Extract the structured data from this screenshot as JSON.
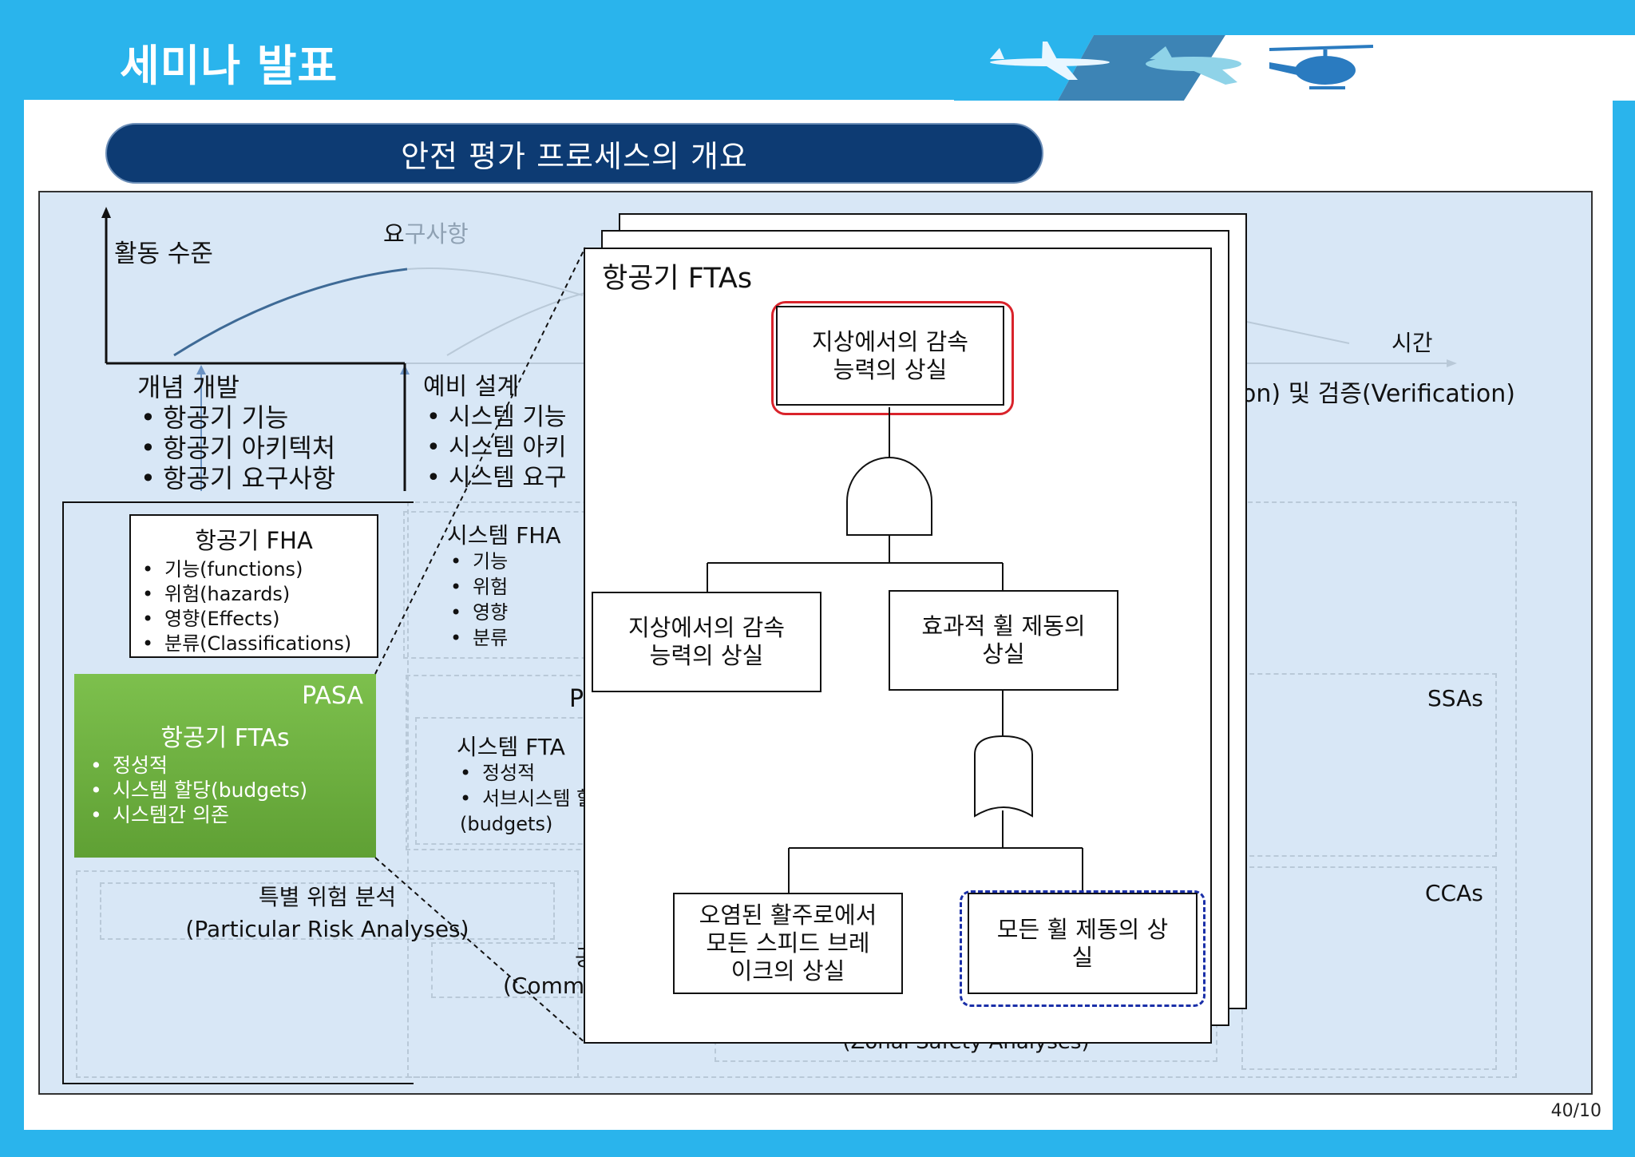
{
  "header": {
    "title": "세미나 발표",
    "icons": [
      "airplane-icon",
      "drone-airplane-icon",
      "helicopter-icon"
    ]
  },
  "banner": {
    "title": "안전 평가 프로세스의 개요"
  },
  "page_number": "40/10",
  "chart": {
    "y_label": "활동 수준",
    "requirements_label_visible": "요",
    "requirements_label_faded": "구사항",
    "time_label": "시간"
  },
  "concept_phase": {
    "title": "개념 개발",
    "items": [
      "항공기 기능",
      "항공기 아키텍처",
      "항공기 요구사항"
    ]
  },
  "prelim_design": {
    "title": "예비 설계",
    "items": [
      "시스템 기능",
      "시스템 아키",
      "시스템 요구"
    ]
  },
  "validation_label": "on) 및 검증(Verification)",
  "aircraft_fha": {
    "title": "항공기 FHA",
    "items": [
      "기능(functions)",
      "위험(hazards)",
      "영향(Effects)",
      "분류(Classifications)"
    ]
  },
  "system_fha": {
    "title": "시스템 FHA",
    "items": [
      "기능",
      "위험",
      "영향",
      "분류"
    ]
  },
  "pasa": {
    "label": "PASA",
    "title": "항공기 FTAs",
    "items": [
      "정성적",
      "시스템 할당(budgets)",
      "시스템간 의존"
    ]
  },
  "pssa": {
    "label": "P",
    "title": "시스템 FTA",
    "items": [
      "정성적",
      "서브시스템 할"
    ],
    "budgets": "(budgets)"
  },
  "ssas_label": "SSAs",
  "ccas_label": "CCAs",
  "pra": {
    "title": "특별 위험 분석",
    "subtitle": "(Particular Risk Analyses)"
  },
  "cma": {
    "title": "공",
    "subtitle": "(Comm"
  },
  "zsa": {
    "subtitle": "(Zonal Safety Analyses)"
  },
  "fta": {
    "title": "항공기 FTAs",
    "top_event": "지상에서의 감속\n능력의 상실",
    "left_event": "지상에서의 감속\n능력의 상실",
    "right_event": "효과적 휠 제동의\n상실",
    "bottom_left_event": "오염된 활주로에서\n모든 스피드 브레\n이크의 상실",
    "bottom_right_event": "모든 휠 제동의 상\n실",
    "gates": [
      "and-gate",
      "or-gate"
    ]
  },
  "colors": {
    "background": "#2ab4ec",
    "banner": "#0d3b73",
    "pasa_green": "#6aab3c",
    "top_event_highlight": "#d9232b",
    "basic_event_highlight": "#1a2fa8"
  }
}
